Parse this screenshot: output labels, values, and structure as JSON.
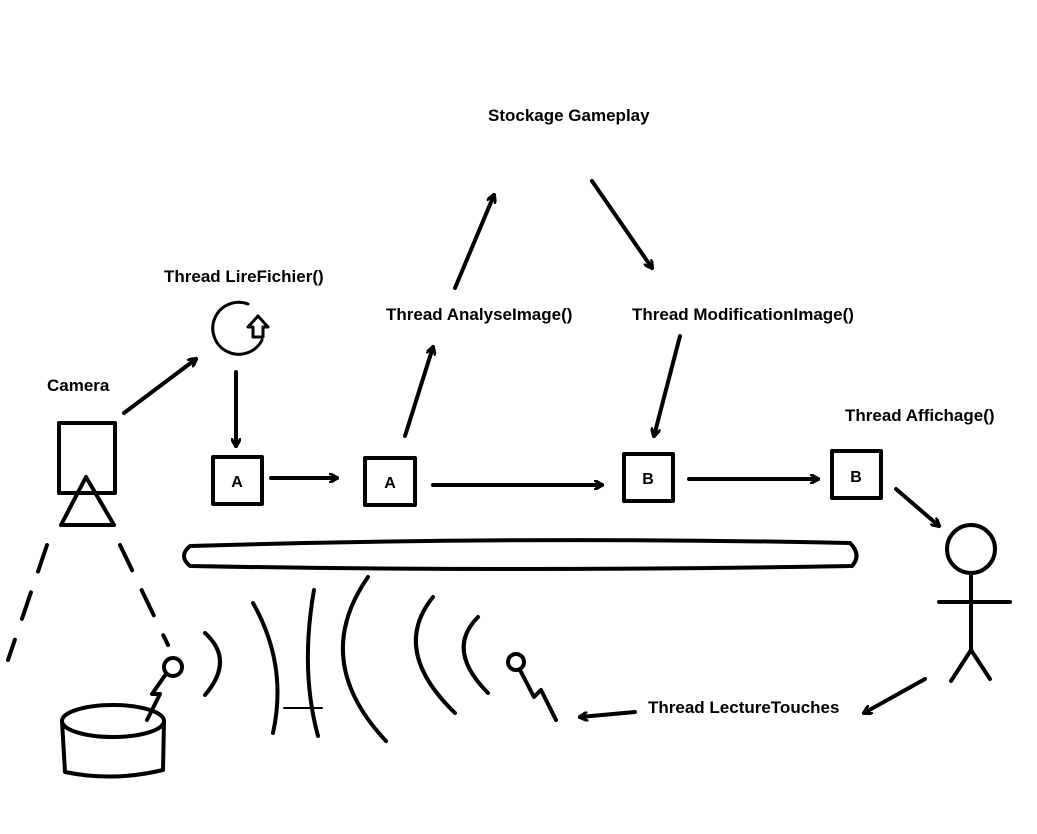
{
  "labels": {
    "stockage": "Stockage Gameplay",
    "lire_fichier": "Thread LireFichier()",
    "analyse": "Thread AnalyseImage()",
    "modification": "Thread ModificationImage()",
    "camera": "Camera",
    "affichage": "Thread Affichage()",
    "lecture_touches": "Thread LectureTouches"
  },
  "boxes": {
    "box1": "A",
    "box2": "A",
    "box3": "B",
    "box4": "B"
  },
  "colors": {
    "ink": "#000000",
    "background": "#ffffff"
  }
}
